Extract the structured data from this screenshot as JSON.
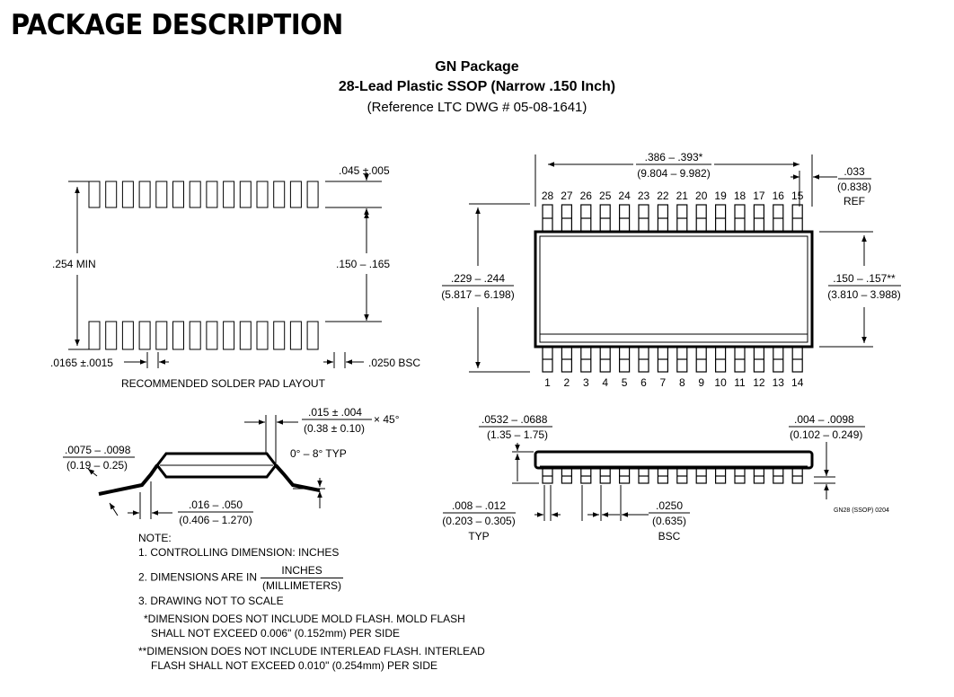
{
  "title": "PACKAGE DESCRIPTION",
  "package": {
    "name": "GN Package",
    "description": "28-Lead Plastic SSOP (Narrow .150 Inch)",
    "reference": "(Reference LTC DWG # 05-08-1641)"
  },
  "solder_pad": {
    "caption": "RECOMMENDED SOLDER PAD LAYOUT",
    "pad_length": ".045 ±.005",
    "overall_span": ".254 MIN",
    "inner_span": ".150 – .165",
    "pad_width": ".0165 ±.0015",
    "pitch": ".0250 BSC"
  },
  "top_view": {
    "length_in": ".386 – .393*",
    "length_mm": "(9.804 – 9.982)",
    "ref_in": ".033",
    "ref_mm": "(0.838)",
    "ref_label": "REF",
    "width_in": ".229 – .244",
    "width_mm": "(5.817 – 6.198)",
    "body_in": ".150 – .157**",
    "body_mm": "(3.810 – 3.988)",
    "top_pins": [
      "28",
      "27",
      "26",
      "25",
      "24",
      "23",
      "22",
      "21",
      "20",
      "19",
      "18",
      "17",
      "16",
      "15"
    ],
    "bottom_pins": [
      "1",
      "2",
      "3",
      "4",
      "5",
      "6",
      "7",
      "8",
      "9",
      "10",
      "11",
      "12",
      "13",
      "14"
    ]
  },
  "side_view": {
    "chamfer_in": ".015 ± .004",
    "chamfer_mm": "(0.38 ± 0.10)",
    "chamfer_angle": "× 45°",
    "lead_thk_in": ".0075 – .0098",
    "lead_thk_mm": "(0.19 – 0.25)",
    "angle": "0° – 8° TYP",
    "foot_in": ".016 – .050",
    "foot_mm": "(0.406 – 1.270)"
  },
  "front_view": {
    "height_in": ".0532 – .0688",
    "height_mm": "(1.35 – 1.75)",
    "standoff_in": ".004 – .0098",
    "standoff_mm": "(0.102 – 0.249)",
    "lead_w_in": ".008 – .012",
    "lead_w_mm": "(0.203 – 0.305)",
    "lead_w_label": "TYP",
    "pitch_in": ".0250",
    "pitch_mm": "(0.635)",
    "pitch_label": "BSC",
    "drawing_code": "GN28 (SSOP) 0204"
  },
  "notes": {
    "heading": "NOTE:",
    "n1": "1. CONTROLLING DIMENSION: INCHES",
    "n2_prefix": "2. DIMENSIONS ARE IN",
    "n2_num": "INCHES",
    "n2_den": "(MILLIMETERS)",
    "n3": "3. DRAWING NOT TO SCALE",
    "star1_a": "*DIMENSION DOES NOT INCLUDE MOLD FLASH. MOLD FLASH",
    "star1_b": "SHALL NOT EXCEED 0.006\" (0.152mm) PER SIDE",
    "star2_a": "**DIMENSION DOES NOT INCLUDE INTERLEAD FLASH. INTERLEAD",
    "star2_b": "FLASH SHALL NOT EXCEED 0.010\" (0.254mm) PER SIDE"
  }
}
